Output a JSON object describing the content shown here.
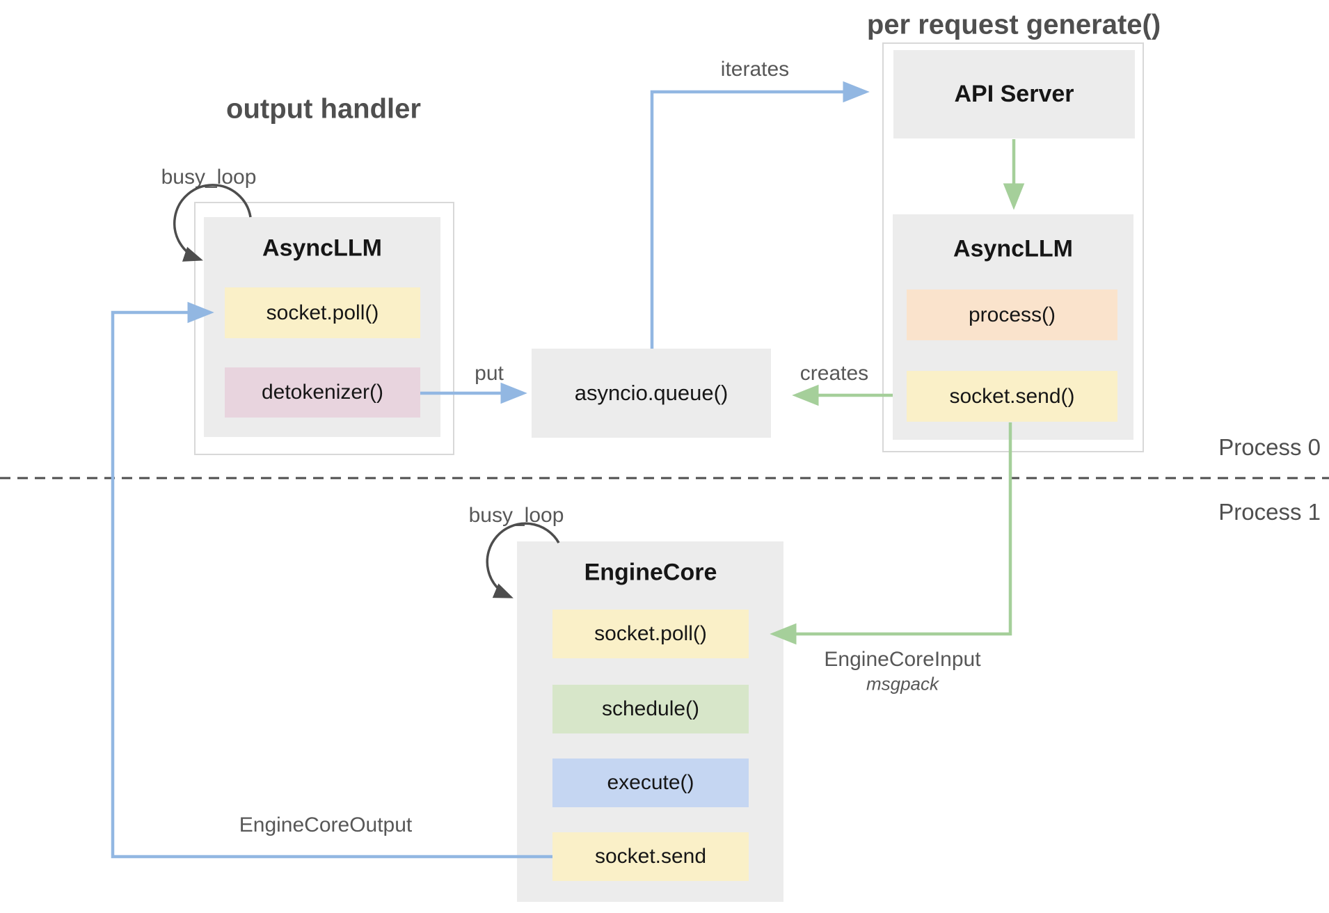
{
  "colors": {
    "blue_arrow": "#92b7e2",
    "green_arrow": "#a5cf9a",
    "gray_arrow": "#4d4d4d",
    "node_fill": "#ececec",
    "container_border": "#d8d8d8",
    "title_gray": "#4f4f4f",
    "label_gray": "#575757",
    "text_dark": "#161616",
    "yellow_row": "#faf0c8",
    "pink_row": "#e8d4de",
    "peach_row": "#fae3cc",
    "green_row": "#d7e6c9",
    "blue_row": "#c5d6f2"
  },
  "titles": {
    "output_handler": "output handler",
    "per_request_generate": "per request generate()"
  },
  "process_lanes": {
    "top": "Process 0",
    "bottom": "Process 1"
  },
  "nodes": {
    "async_llm_left": {
      "title": "AsyncLLM",
      "rows": [
        {
          "label": "socket.poll()",
          "color": "#faf0c8"
        },
        {
          "label": "detokenizer()",
          "color": "#e8d4de"
        }
      ]
    },
    "api_server": {
      "title": "API Server"
    },
    "async_llm_right": {
      "title": "AsyncLLM",
      "rows": [
        {
          "label": "process()",
          "color": "#fae3cc"
        },
        {
          "label": "socket.send()",
          "color": "#faf0c8"
        }
      ]
    },
    "asyncio_queue": {
      "title": "asyncio.queue()"
    },
    "engine_core": {
      "title": "EngineCore",
      "rows": [
        {
          "label": "socket.poll()",
          "color": "#faf0c8"
        },
        {
          "label": "schedule()",
          "color": "#d7e6c9"
        },
        {
          "label": "execute()",
          "color": "#c5d6f2"
        },
        {
          "label": "socket.send",
          "color": "#faf0c8"
        }
      ]
    }
  },
  "edges": {
    "busy_loop_left": "busy_loop",
    "busy_loop_engine": "busy_loop",
    "iterates": "iterates",
    "put": "put",
    "creates": "creates",
    "engine_core_input": "EngineCoreInput",
    "engine_core_input_encoding": "msgpack",
    "engine_core_output": "EngineCoreOutput"
  }
}
